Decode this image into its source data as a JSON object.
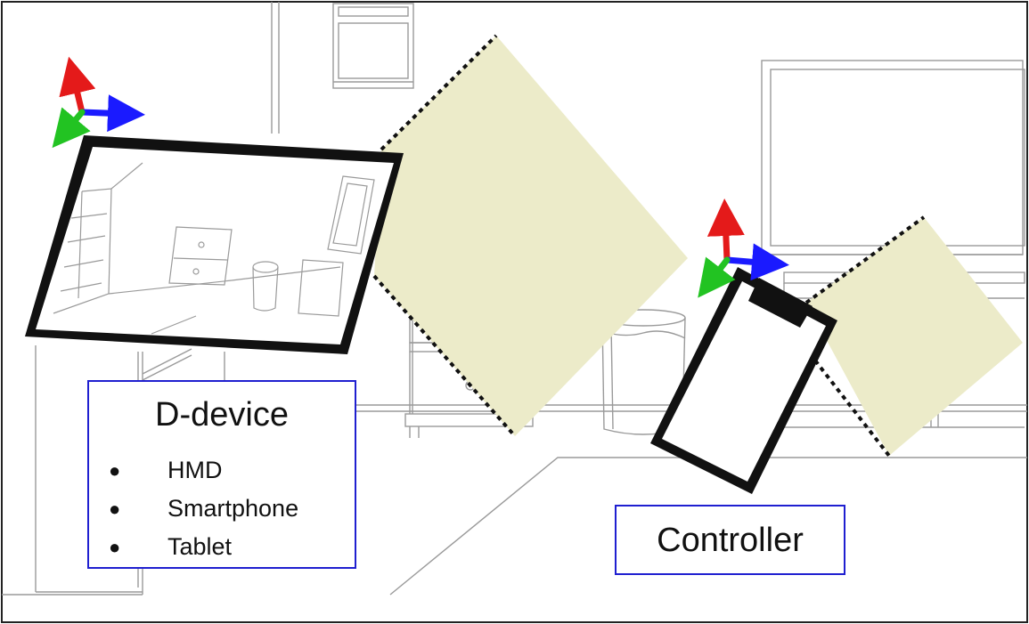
{
  "labels": {
    "ddevice": {
      "title": "D-device",
      "items": [
        "HMD",
        "Smartphone",
        "Tablet"
      ]
    },
    "controller": "Controller"
  },
  "colors": {
    "outline": "#1f1fd0",
    "fov": "#ecebc9",
    "axis_x": "#1a1aff",
    "axis_y": "#e41a1a",
    "axis_z": "#22c322",
    "device": "#111111"
  },
  "icons": [
    "xyz-axes-icon",
    "xyz-axes-icon"
  ]
}
